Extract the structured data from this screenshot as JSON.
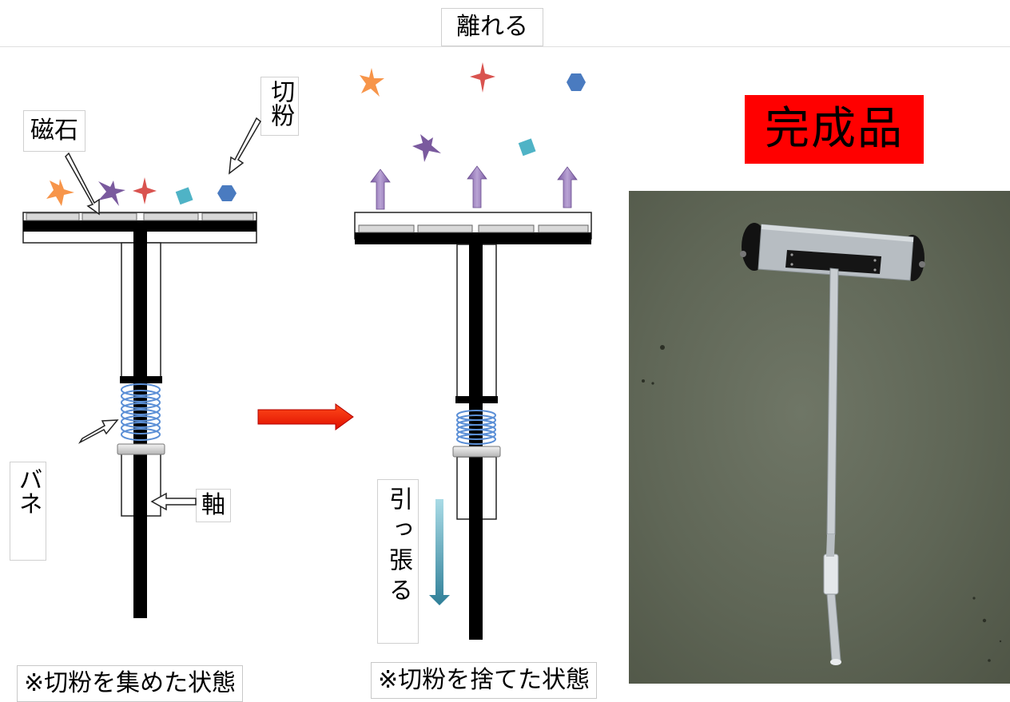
{
  "labels": {
    "top": "離れる",
    "magnet": "磁石",
    "chips": "切粉",
    "spring": "バネ",
    "axis": "軸",
    "pull": "引っ張る"
  },
  "captions": {
    "left": "※切粉を集めた状態",
    "right": "※切粉を捨てた状態"
  },
  "finished": {
    "title": "完成品"
  },
  "colors": {
    "star_orange": "#f7954a",
    "star_purple": "#7a5a9e",
    "star_red": "#d9534f",
    "diamond_teal": "#4fb3c6",
    "hexagon_blue": "#4a7bc0",
    "arrow_red": "#ff2a00",
    "arrow_purple": "#9a7ab8",
    "arrow_teal": "#3d8aa3",
    "spring_blue": "#5b8fd6",
    "title_bg": "#ff0000"
  }
}
